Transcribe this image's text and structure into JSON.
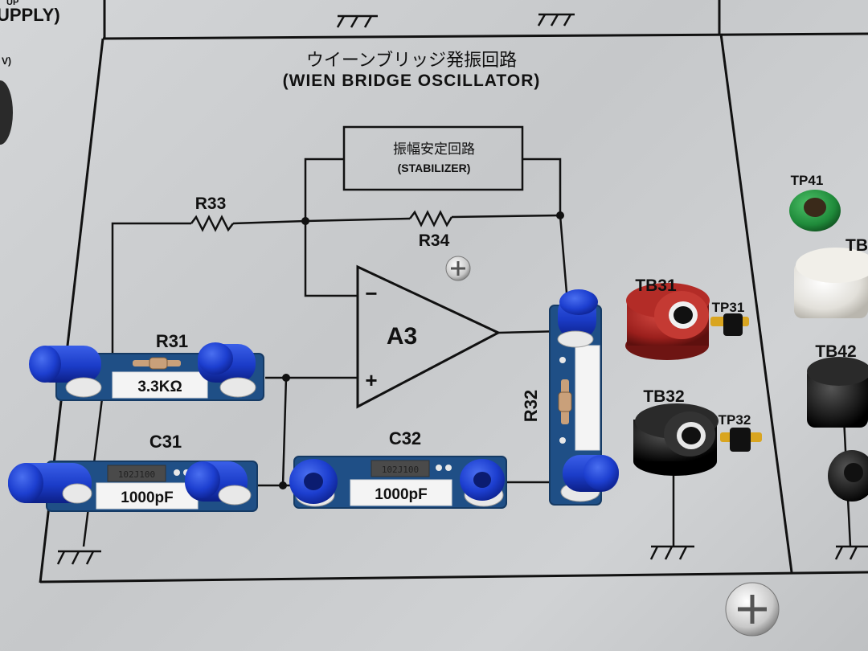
{
  "panel": {
    "supply_fragment": "UPPLY)",
    "supply_fragment_small": "UP",
    "v_fragment": "V)",
    "title_jp": "ウイーンブリッジ発振回路",
    "title_en": "(WIEN  BRIDGE  OSCILLATOR)",
    "stabilizer_jp": "振幅安定回路",
    "stabilizer_en": "(STABILIZER)",
    "opamp": "A3"
  },
  "components": {
    "r33": "R33",
    "r34": "R34",
    "r31": "R31",
    "r31_value": "3.3KΩ",
    "r32": "R32",
    "c31": "C31",
    "c31_value": "1000pF",
    "c31_code": "102J100",
    "c32": "C32",
    "c32_value": "1000pF",
    "c32_code": "102J100"
  },
  "terminals": {
    "tb31": "TB31",
    "tb32": "TB32",
    "tp31": "TP31",
    "tp32": "TP32",
    "tp41": "TP41",
    "tb42": "TB42",
    "tb4_fragment": "TB4"
  },
  "opamp_signs": {
    "minus": "−",
    "plus": "+"
  },
  "colors": {
    "panel": "#cfd1d3",
    "ink": "#111111",
    "pcb": "#1f4f86",
    "plug": "#1d3fd0",
    "red_terminal": "#9a1f1c",
    "black_terminal": "#1a1a1a",
    "green_terminal": "#1f8a3a",
    "white_terminal": "#e8e6e0"
  }
}
